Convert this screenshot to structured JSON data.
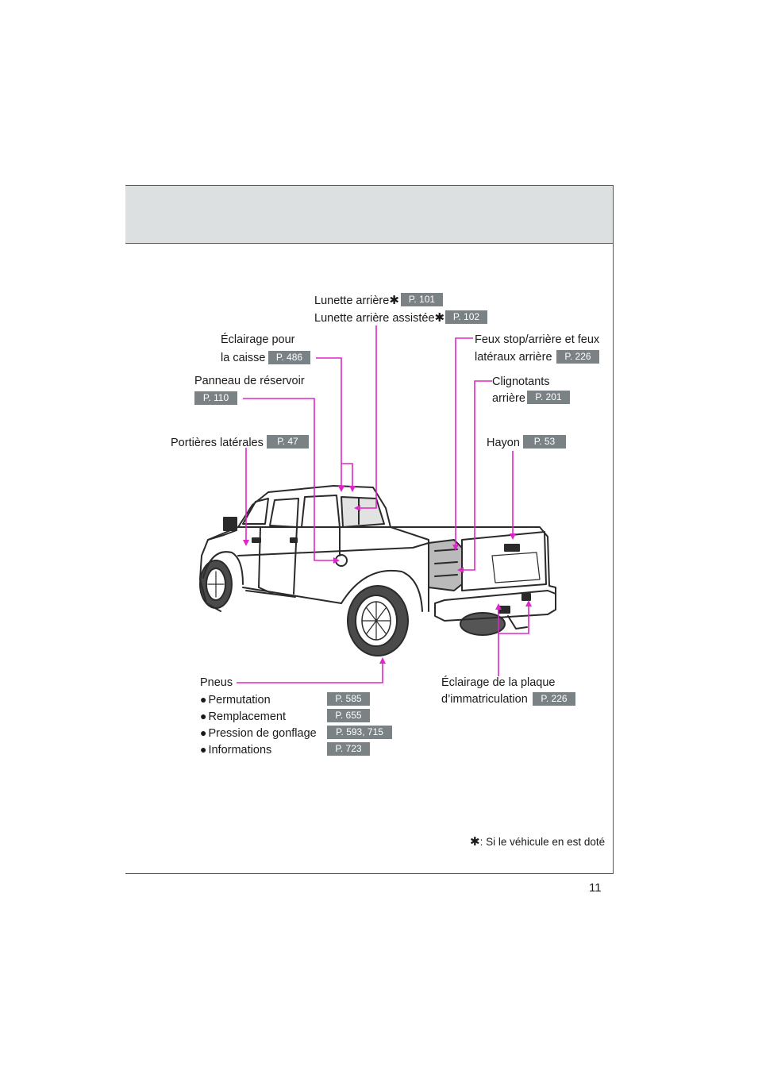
{
  "labels": {
    "lunette": {
      "text": "Lunette arrière",
      "page": "P. 101"
    },
    "lunette_assistee": {
      "text": "Lunette arrière assistée",
      "page": "P. 102"
    },
    "eclairage_caisse": {
      "line1": "Éclairage pour",
      "line2": "la caisse",
      "page": "P. 486"
    },
    "panneau_reservoir": {
      "text": "Panneau de réservoir",
      "page": "P. 110"
    },
    "portieres": {
      "text": "Portières latérales",
      "page": "P. 47"
    },
    "feux_stop": {
      "line1": "Feux stop/arrière et feux",
      "line2": "latéraux arrière",
      "page": "P. 226"
    },
    "clignotants": {
      "line1": "Clignotants",
      "line2": "arrière",
      "page": "P. 201"
    },
    "hayon": {
      "text": "Hayon",
      "page": "P. 53"
    },
    "pneus": {
      "title": "Pneus",
      "items": [
        {
          "text": "Permutation",
          "page": "P. 585"
        },
        {
          "text": "Remplacement",
          "page": "P. 655"
        },
        {
          "text": "Pression de gonflage",
          "page": "P. 593, 715"
        },
        {
          "text": "Informations",
          "page": "P. 723"
        }
      ]
    },
    "plaque": {
      "line1": "Éclairage de la plaque",
      "line2": "d’immatriculation",
      "page": "P. 226"
    }
  },
  "footnote": ": Si le véhicule en est doté",
  "star": "✱",
  "bullet": "●",
  "page_number": "11",
  "colors": {
    "leader": "#e026c8",
    "badge": "#7a8285",
    "header_band": "#dde0e0"
  }
}
